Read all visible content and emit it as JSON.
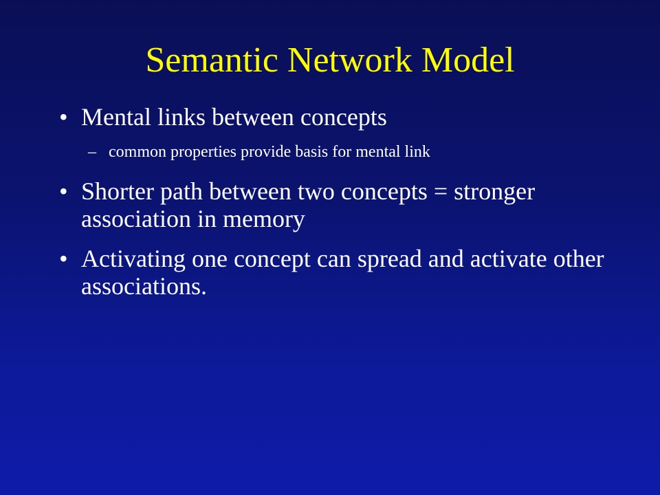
{
  "slide": {
    "title": "Semantic Network Model",
    "bullets": [
      {
        "mark": "•",
        "text": "Mental links between concepts",
        "sub": {
          "mark": "–",
          "text": "common properties provide basis for mental link"
        }
      },
      {
        "mark": "•",
        "text": "Shorter path between two concepts = stronger association in memory"
      },
      {
        "mark": "•",
        "text": "Activating one concept can spread and activate other associations."
      }
    ],
    "colors": {
      "title": "#ffff00",
      "text": "#ffffff",
      "background_top": "#0a0f55",
      "background_bottom": "#0e1ba8"
    }
  }
}
